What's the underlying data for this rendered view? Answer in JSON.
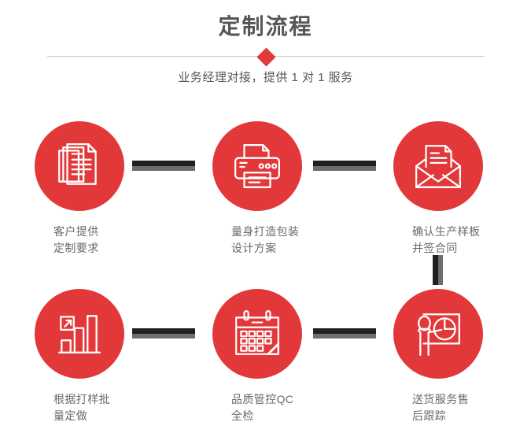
{
  "header": {
    "title": "定制流程",
    "subtitle": "业务经理对接，提供 1 对 1 服务",
    "divider_icon": "diamond-icon"
  },
  "colors": {
    "brand_red": "#e2383a",
    "diamond_red": "#e03a3c",
    "title_gray": "#565656",
    "label_gray": "#6a6a6a",
    "divider_gray": "#c9c9c9",
    "connector_dark": "#231f20",
    "connector_shadow": "#6d6e70"
  },
  "flow": {
    "steps": [
      {
        "index": "1",
        "icon": "documents-stack-icon",
        "line1": "客户提供",
        "line2": "定制要求"
      },
      {
        "index": "2",
        "icon": "printer-icon",
        "line1": "量身打造包装",
        "line2": "设计方案"
      },
      {
        "index": "3",
        "icon": "envelope-letter-icon",
        "line1": "确认生产样板",
        "line2": "并签合同"
      },
      {
        "index": "4",
        "icon": "bar-chart-growth-icon",
        "line1": "根据打样批",
        "line2": "量定做"
      },
      {
        "index": "5",
        "icon": "calendar-icon",
        "line1": "品质管控QC",
        "line2": "全检"
      },
      {
        "index": "6",
        "icon": "presenter-pie-chart-icon",
        "line1": "送货服务售",
        "line2": "后跟踪"
      }
    ]
  }
}
